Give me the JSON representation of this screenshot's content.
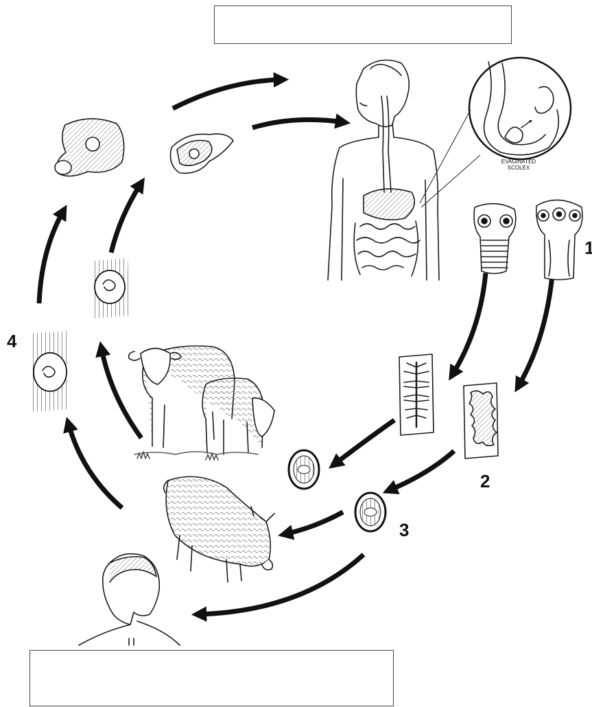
{
  "labels": {
    "top_box": "",
    "bottom_box": "",
    "stages": {
      "s1": "1",
      "s2": "2",
      "s3": "3",
      "s4": "4"
    },
    "inset_line1": "EVAGINATED",
    "inset_line2": "SCOLEX"
  },
  "icons": [
    "human-with-digestive-tract-icon",
    "stomach-inset-icon",
    "scolex-icon",
    "proglottid-icon",
    "egg-icon",
    "cysticercus-in-muscle-icon",
    "pork-roast-icon",
    "beef-steak-icon",
    "cattle-icon",
    "pig-icon",
    "human-head-icon",
    "cycle-arrow-icon"
  ],
  "colors": {
    "ink": "#1a1a1a",
    "background": "#ffffff"
  }
}
